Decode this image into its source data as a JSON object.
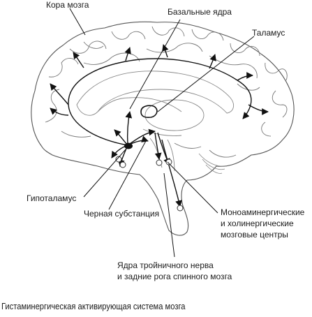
{
  "labels": {
    "cortex": "Кора мозга",
    "basal_nuclei": "Базальные ядра",
    "thalamus": "Таламус",
    "hypothalamus": "Гипоталамус",
    "substantia_nigra": "Черная субстанция",
    "mono_line1": "Моноаминергические",
    "mono_line2": "и холинергические",
    "mono_line3": "мозговые центры",
    "trigeminal_line1": "Ядра тройничного нерва",
    "trigeminal_line2": "и задние рога спинного мозга"
  },
  "caption": "Гистаминергическая активирующая система мозга"
}
